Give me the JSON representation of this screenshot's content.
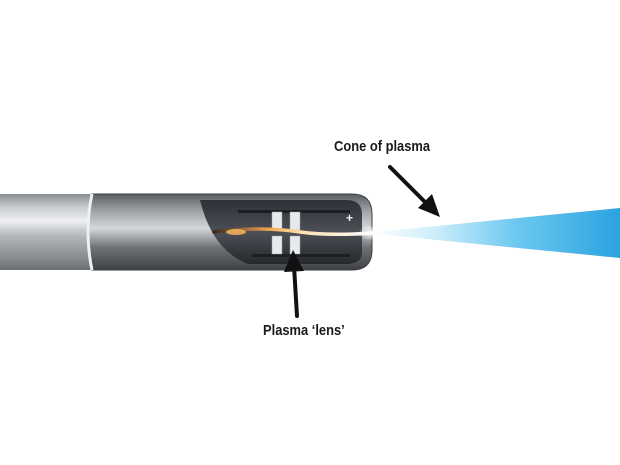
{
  "labels": {
    "cone_of_plasma": "Cone of plasma",
    "plasma_lens": "Plasma ‘lens’",
    "electrode_polarity": "+"
  },
  "colors": {
    "background": "#ffffff",
    "probe_steel": "#b9bcc0",
    "probe_dark": "#474a4f",
    "plasma_blue": "#2aa3e0",
    "plasma_core": "#ffb35c",
    "arrow": "#111111"
  },
  "icons": [
    "probe-shaft",
    "probe-tip-cutaway",
    "electrode-plates",
    "plasma-cone",
    "pointer-arrow"
  ]
}
